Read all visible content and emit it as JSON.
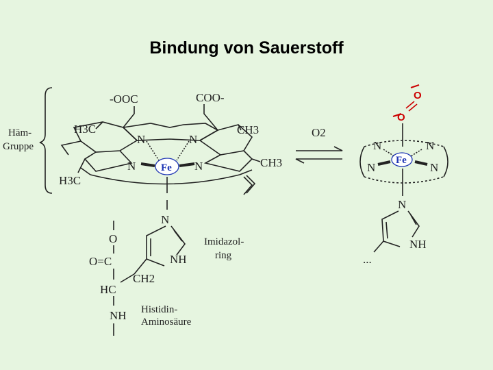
{
  "title": "Bindung von Sauerstoff",
  "left_molecule": {
    "group_label_line1": "Häm-",
    "group_label_line2": "Gruppe",
    "carboxyl_left": "-OOC",
    "carboxyl_right": "COO-",
    "methyl_top_left": "H3C",
    "methyl_top_right": "CH3",
    "methyl_right": "CH3",
    "methyl_bottom_left": "H3C",
    "n_top_left": "N",
    "n_top_right": "N",
    "n_left": "N",
    "n_right": "N",
    "iron": "Fe",
    "imidazole_n_top": "N",
    "imidazole_nh": "NH",
    "imidazole_label_line1": "Imidazol-",
    "imidazole_label_line2": "ring",
    "backbone_o": "O",
    "backbone_carbonyl": "O=C",
    "backbone_hc": "HC",
    "backbone_ch2": "CH2",
    "backbone_nh": "NH",
    "histidine_label_line1": "Histidin-",
    "histidine_label_line2": "Aminosäure"
  },
  "reaction": {
    "reagent": "O2"
  },
  "right_molecule": {
    "oxygen_top": "O",
    "oxygen_bottom": "O",
    "n_top_left": "N",
    "n_top_right": "N",
    "n_left": "N",
    "n_right": "N",
    "iron": "Fe",
    "imidazole_n_top": "N",
    "imidazole_nh": "NH",
    "continuation": "..."
  },
  "colors": {
    "background": "#e6f5e0",
    "iron": "#1f36b4",
    "oxygen": "#cc0000"
  }
}
